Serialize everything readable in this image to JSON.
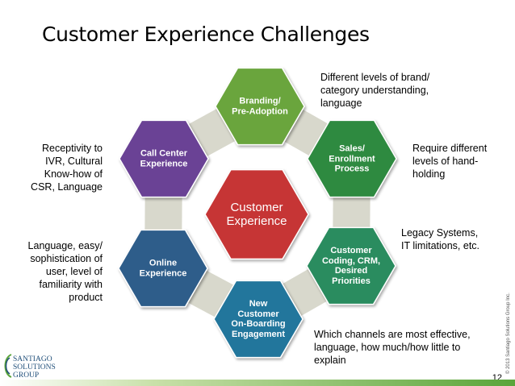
{
  "title": "Customer Experience Challenges",
  "center": {
    "label": "Customer\nExperience",
    "color": "#c63636"
  },
  "hexagons": [
    {
      "id": "branding",
      "label": "Branding/\nPre-Adoption",
      "color": "#6aa53d"
    },
    {
      "id": "sales",
      "label": "Sales/\nEnrollment\nProcess",
      "color": "#2e8a40"
    },
    {
      "id": "coding",
      "label": "Customer\nCoding, CRM,\nDesired\nPriorities",
      "color": "#2a8c5f"
    },
    {
      "id": "onboarding",
      "label": "New\nCustomer\nOn-Boarding\nEngagement",
      "color": "#24769c"
    },
    {
      "id": "online",
      "label": "Online\nExperience",
      "color": "#2f5d8a"
    },
    {
      "id": "callcenter",
      "label": "Call Center\nExperience",
      "color": "#6a4395"
    }
  ],
  "notes": {
    "branding": "Different levels of brand/\ncategory understanding,\nlanguage",
    "sales": "Require different\nlevels of hand-\nholding",
    "coding": "Legacy Systems,\nIT limitations, etc.",
    "onboarding": "Which channels are most effective,\nlanguage, how much/how little to\nexplain",
    "online": "Language, easy/\nsophistication of\nuser, level of\nfamiliarity with\nproduct",
    "callcenter": "Receptivity to\nIVR, Cultural\nKnow-how of\nCSR, Language"
  },
  "copyright": "© 2013 Santiago Solutions Group Inc.",
  "page_number": "12",
  "logo": {
    "line1": "SANTIAGO",
    "line2": "SOLUTIONS",
    "line3": "GROUP"
  },
  "colors": {
    "connector": "#d8d8cc",
    "accent_green": "#5aa53a"
  }
}
